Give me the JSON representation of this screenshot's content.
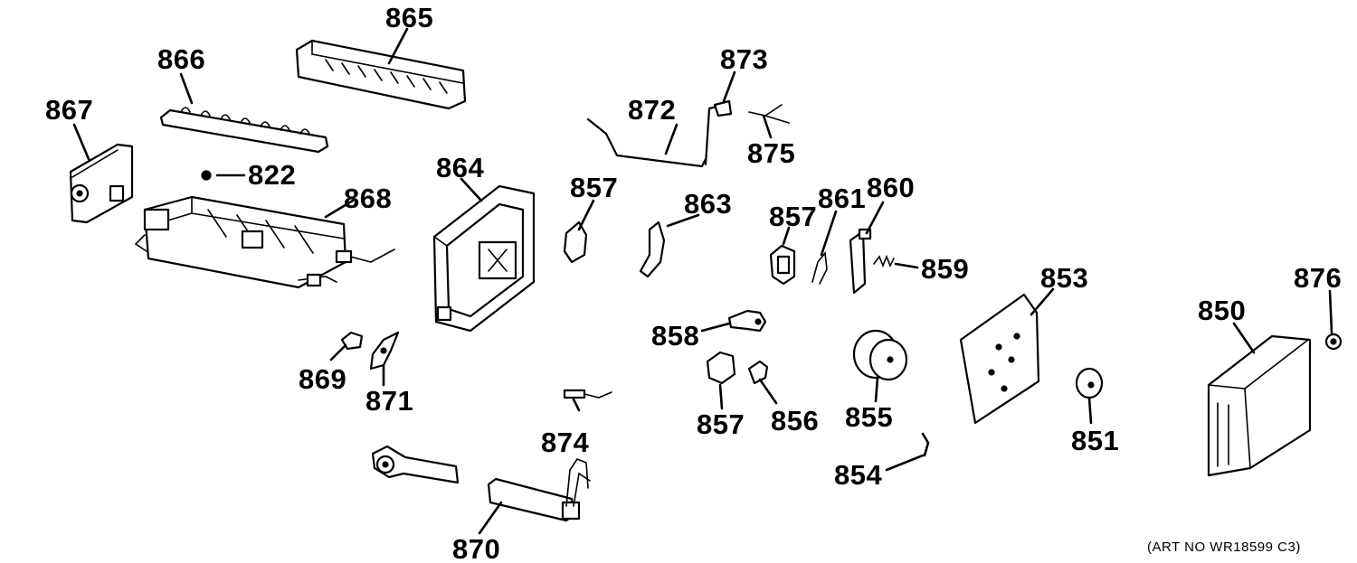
{
  "diagram": {
    "art_number": "(ART NO  WR18599 C3)",
    "labels": {
      "l850": "850",
      "l851": "851",
      "l853": "853",
      "l854": "854",
      "l855": "855",
      "l856": "856",
      "l857a": "857",
      "l857b": "857",
      "l857c": "857",
      "l858": "858",
      "l859": "859",
      "l860": "860",
      "l861": "861",
      "l863": "863",
      "l864": "864",
      "l865": "865",
      "l866": "866",
      "l867": "867",
      "l868": "868",
      "l869": "869",
      "l870": "870",
      "l871": "871",
      "l872": "872",
      "l873": "873",
      "l874": "874",
      "l875": "875",
      "l876": "876",
      "l822": "822"
    }
  }
}
